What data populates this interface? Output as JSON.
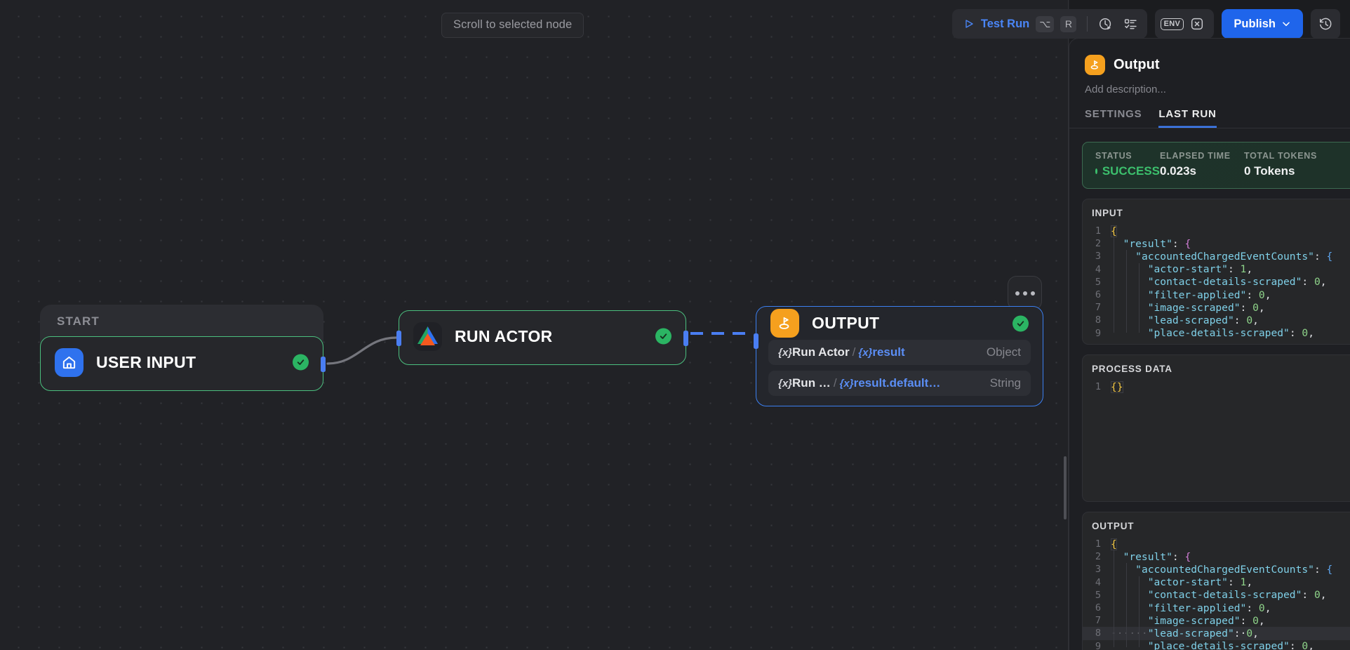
{
  "toolbar": {
    "test_run_label": "Test Run",
    "test_run_keys": [
      "⌥",
      "R"
    ],
    "schedule_icon": "clock-play-icon",
    "tasks_icon": "checklist-icon",
    "env_label": "ENV",
    "variables_icon": "variable-x-icon",
    "publish_label": "Publish",
    "history_icon": "history-clock-icon"
  },
  "canvas": {
    "scroll_pill_label": "Scroll to selected node",
    "more_actions_icon": "ellipsis-icon",
    "start_group_label": "START",
    "nodes": [
      {
        "id": "user-input",
        "title": "USER INPUT",
        "icon": "home-icon",
        "status": "success"
      },
      {
        "id": "run-actor",
        "title": "RUN ACTOR",
        "icon": "apify-logo-icon",
        "status": "success"
      },
      {
        "id": "output",
        "title": "OUTPUT",
        "icon": "output-pin-icon",
        "status": "success"
      }
    ],
    "output_node_rows": [
      {
        "source": "Run Actor",
        "separator": "/",
        "path": "result",
        "type": "Object"
      },
      {
        "source": "Run …",
        "separator": "/",
        "path": "result.default…",
        "type": "String"
      }
    ],
    "variable_badge": "{x}"
  },
  "panel": {
    "app_icon": "output-pin-icon",
    "title": "Output",
    "docs_icon": "book-icon",
    "more_icon": "ellipsis-icon",
    "close_icon": "close-icon",
    "description_placeholder": "Add description...",
    "tabs": [
      {
        "label": "SETTINGS",
        "active": false
      },
      {
        "label": "LAST RUN",
        "active": true
      }
    ],
    "status": {
      "status_label": "STATUS",
      "status_value": "SUCCESS",
      "elapsed_label": "ELAPSED TIME",
      "elapsed_value": "0.023s",
      "tokens_label": "TOTAL TOKENS",
      "tokens_value": "0 Tokens"
    },
    "blocks": [
      {
        "id": "input",
        "title": "INPUT",
        "copy_icon": "clipboard-icon",
        "expand_icon": "expand-arrows-icon",
        "lines": [
          {
            "n": "1",
            "segs": [
              {
                "t": "{",
                "c": "br-y"
              }
            ]
          },
          {
            "n": "2",
            "segs": [
              {
                "t": "  ",
                "c": "p"
              },
              {
                "t": "\"result\"",
                "c": "k"
              },
              {
                "t": ": ",
                "c": "p"
              },
              {
                "t": "{",
                "c": "br-p"
              }
            ]
          },
          {
            "n": "3",
            "segs": [
              {
                "t": "    ",
                "c": "p"
              },
              {
                "t": "\"accountedChargedEventCounts\"",
                "c": "k"
              },
              {
                "t": ": ",
                "c": "p"
              },
              {
                "t": "{",
                "c": "br-b"
              }
            ]
          },
          {
            "n": "4",
            "segs": [
              {
                "t": "      ",
                "c": "p"
              },
              {
                "t": "\"actor-start\"",
                "c": "k"
              },
              {
                "t": ": ",
                "c": "p"
              },
              {
                "t": "1",
                "c": "num"
              },
              {
                "t": ",",
                "c": "p"
              }
            ]
          },
          {
            "n": "5",
            "segs": [
              {
                "t": "      ",
                "c": "p"
              },
              {
                "t": "\"contact-details-scraped\"",
                "c": "k"
              },
              {
                "t": ": ",
                "c": "p"
              },
              {
                "t": "0",
                "c": "num"
              },
              {
                "t": ",",
                "c": "p"
              }
            ]
          },
          {
            "n": "6",
            "segs": [
              {
                "t": "      ",
                "c": "p"
              },
              {
                "t": "\"filter-applied\"",
                "c": "k"
              },
              {
                "t": ": ",
                "c": "p"
              },
              {
                "t": "0",
                "c": "num"
              },
              {
                "t": ",",
                "c": "p"
              }
            ]
          },
          {
            "n": "7",
            "segs": [
              {
                "t": "      ",
                "c": "p"
              },
              {
                "t": "\"image-scraped\"",
                "c": "k"
              },
              {
                "t": ": ",
                "c": "p"
              },
              {
                "t": "0",
                "c": "num"
              },
              {
                "t": ",",
                "c": "p"
              }
            ]
          },
          {
            "n": "8",
            "segs": [
              {
                "t": "      ",
                "c": "p"
              },
              {
                "t": "\"lead-scraped\"",
                "c": "k"
              },
              {
                "t": ": ",
                "c": "p"
              },
              {
                "t": "0",
                "c": "num"
              },
              {
                "t": ",",
                "c": "p"
              }
            ]
          },
          {
            "n": "9",
            "segs": [
              {
                "t": "      ",
                "c": "p"
              },
              {
                "t": "\"place-details-scraped\"",
                "c": "k"
              },
              {
                "t": ": ",
                "c": "p"
              },
              {
                "t": "0",
                "c": "num"
              },
              {
                "t": ",",
                "c": "p"
              }
            ]
          }
        ]
      },
      {
        "id": "process-data",
        "title": "PROCESS DATA",
        "copy_icon": "clipboard-icon",
        "expand_icon": "expand-arrows-icon",
        "lines": [
          {
            "n": "1",
            "segs": [
              {
                "t": "{}",
                "c": "br-y"
              }
            ]
          }
        ]
      },
      {
        "id": "output",
        "title": "OUTPUT",
        "copy_icon": "clipboard-icon",
        "expand_icon": "expand-arrows-icon",
        "lines": [
          {
            "n": "1",
            "segs": [
              {
                "t": "{",
                "c": "br-y"
              }
            ]
          },
          {
            "n": "2",
            "segs": [
              {
                "t": "  ",
                "c": "p"
              },
              {
                "t": "\"result\"",
                "c": "k"
              },
              {
                "t": ": ",
                "c": "p"
              },
              {
                "t": "{",
                "c": "br-p"
              }
            ]
          },
          {
            "n": "3",
            "segs": [
              {
                "t": "    ",
                "c": "p"
              },
              {
                "t": "\"accountedChargedEventCounts\"",
                "c": "k"
              },
              {
                "t": ": ",
                "c": "p"
              },
              {
                "t": "{",
                "c": "br-b"
              }
            ]
          },
          {
            "n": "4",
            "segs": [
              {
                "t": "      ",
                "c": "p"
              },
              {
                "t": "\"actor-start\"",
                "c": "k"
              },
              {
                "t": ": ",
                "c": "p"
              },
              {
                "t": "1",
                "c": "num"
              },
              {
                "t": ",",
                "c": "p"
              }
            ]
          },
          {
            "n": "5",
            "segs": [
              {
                "t": "      ",
                "c": "p"
              },
              {
                "t": "\"contact-details-scraped\"",
                "c": "k"
              },
              {
                "t": ": ",
                "c": "p"
              },
              {
                "t": "0",
                "c": "num"
              },
              {
                "t": ",",
                "c": "p"
              }
            ]
          },
          {
            "n": "6",
            "segs": [
              {
                "t": "      ",
                "c": "p"
              },
              {
                "t": "\"filter-applied\"",
                "c": "k"
              },
              {
                "t": ": ",
                "c": "p"
              },
              {
                "t": "0",
                "c": "num"
              },
              {
                "t": ",",
                "c": "p"
              }
            ]
          },
          {
            "n": "7",
            "segs": [
              {
                "t": "      ",
                "c": "p"
              },
              {
                "t": "\"image-scraped\"",
                "c": "k"
              },
              {
                "t": ": ",
                "c": "p"
              },
              {
                "t": "0",
                "c": "num"
              },
              {
                "t": ",",
                "c": "p"
              }
            ]
          },
          {
            "n": "8",
            "highlight": true,
            "segs": [
              {
                "t": "······",
                "c": "ws"
              },
              {
                "t": "\"lead-scraped\"",
                "c": "k"
              },
              {
                "t": ":·",
                "c": "p"
              },
              {
                "t": "0",
                "c": "num"
              },
              {
                "t": ",",
                "c": "p"
              }
            ]
          },
          {
            "n": "9",
            "segs": [
              {
                "t": "      ",
                "c": "p"
              },
              {
                "t": "\"place-details-scraped\"",
                "c": "k"
              },
              {
                "t": ": ",
                "c": "p"
              },
              {
                "t": "0",
                "c": "num"
              },
              {
                "t": ",",
                "c": "p"
              }
            ]
          }
        ]
      }
    ]
  }
}
